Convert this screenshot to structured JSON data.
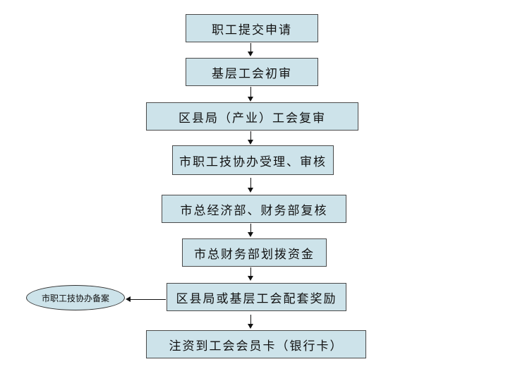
{
  "flow": {
    "steps": [
      "职工提交申请",
      "基层工会初审",
      "区县局（产业）工会复审",
      "市职工技协办受理、审核",
      "市总经济部、财务部复核",
      "市总财务部划拨资金",
      "区县局或基层工会配套奖励",
      "注资到工会会员卡（银行卡）"
    ],
    "side_note": "市职工技协办备案"
  },
  "colors": {
    "box_fill": "#cde3ea",
    "border": "#4a4a4a",
    "text": "#111111"
  }
}
